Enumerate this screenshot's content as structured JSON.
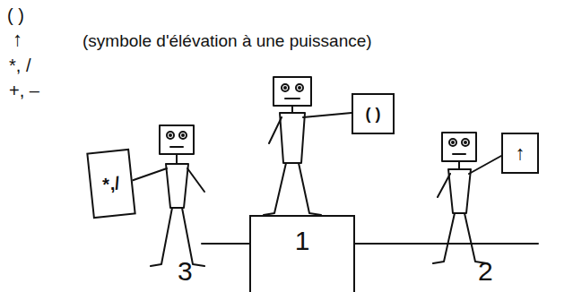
{
  "diagram": {
    "nodes": [
      {
        "text": [
          "*,/"
        ]
      },
      {
        "text": [
          "( )"
        ]
      },
      {
        "text": [
          "↑"
        ]
      },
      {
        "text": [
          "1"
        ]
      }
    ],
    "labels": [
      "( )",
      "↑",
      "*, /",
      "+, –",
      "(symbole d'élévation à une puissance)",
      "3",
      "2"
    ]
  }
}
